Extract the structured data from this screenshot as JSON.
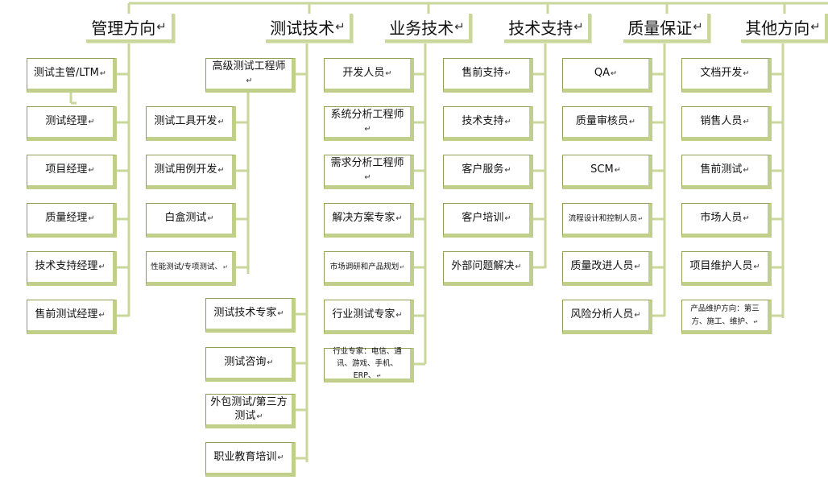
{
  "mark": "↵",
  "headers": [
    {
      "id": "mgmt",
      "label": "管理方向"
    },
    {
      "id": "test",
      "label": "测试技术"
    },
    {
      "id": "biz",
      "label": "业务技术"
    },
    {
      "id": "tech",
      "label": "技术支持"
    },
    {
      "id": "qa",
      "label": "质量保证"
    },
    {
      "id": "other",
      "label": "其他方向"
    }
  ],
  "nodes": {
    "mgmt": [
      "测试主管/LTM",
      "测试经理",
      "项目经理",
      "质量经理",
      "技术支持经理",
      "售前测试经理"
    ],
    "test_senior": "高级测试工程师",
    "test_sub": [
      "测试工具开发",
      "测试用例开发",
      "白盒测试",
      "性能测试/专项测试、"
    ],
    "test_more": [
      "测试技术专家",
      "测试咨询",
      "外包测试/第三方测试",
      "职业教育培训"
    ],
    "biz": [
      "开发人员",
      "系统分析工程师",
      "需求分析工程师",
      "解决方案专家",
      "市场调研和产品规划",
      "行业测试专家",
      "行业专家：电信、通讯、游戏、手机、ERP、"
    ],
    "tech": [
      "售前支持",
      "技术支持",
      "客户服务",
      "客户培训",
      "外部问题解决"
    ],
    "qa": [
      "QA",
      "质量审核员",
      "SCM",
      "流程设计和控制人员",
      "质量改进人员",
      "风险分析人员"
    ],
    "other": [
      "文档开发",
      "销售人员",
      "售前测试",
      "市场人员",
      "项目维护人员",
      "产品维护方向：第三方、施工、维护、"
    ]
  },
  "colors": {
    "wire": "#c9d79a",
    "border": "#8e9e55",
    "shade": "#c0cf8a"
  }
}
